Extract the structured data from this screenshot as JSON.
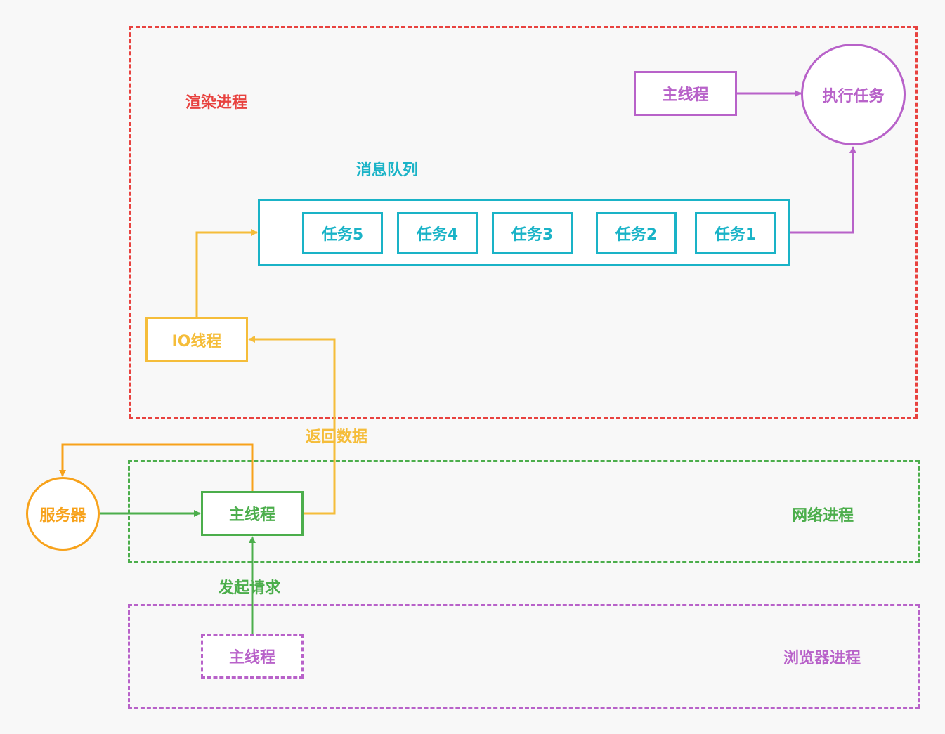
{
  "colors": {
    "render": "#e8423f",
    "queue": "#1ab3c7",
    "execute": "#b862c9",
    "io": "#f5bd3a",
    "network": "#4cae4c",
    "server": "#f7a21b",
    "browser": "#b862c9"
  },
  "render_process": {
    "label": "渲染进程",
    "message_queue": {
      "label": "消息队列",
      "tasks": [
        "任务5",
        "任务4",
        "任务3",
        "任务2",
        "任务1"
      ]
    },
    "main_thread": "主线程",
    "execute_task": "执行任务",
    "io_thread": "IO线程"
  },
  "network_process": {
    "label": "网络进程",
    "main_thread": "主线程",
    "return_data": "返回数据",
    "server": "服务器"
  },
  "browser_process": {
    "label": "浏览器进程",
    "main_thread": "主线程",
    "send_request": "发起请求"
  }
}
